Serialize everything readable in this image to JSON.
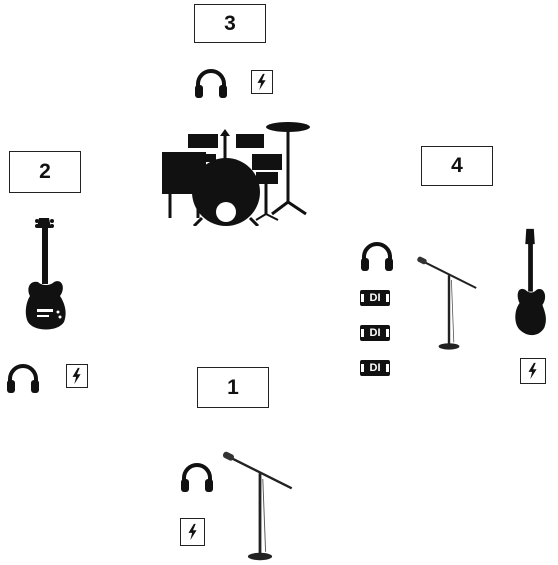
{
  "stations": [
    {
      "label": "1"
    },
    {
      "label": "2"
    },
    {
      "label": "3"
    },
    {
      "label": "4"
    }
  ],
  "di_boxes": [
    "DI",
    "DI",
    "DI"
  ],
  "icons": {
    "headphones": "headphones-icon",
    "power": "power-icon",
    "drum_kit": "drum-kit-icon",
    "bass_guitar": "bass-guitar-icon",
    "electric_guitar": "electric-guitar-icon",
    "mic_stand": "microphone-stand-icon",
    "di_box": "di-box-icon"
  },
  "colors": {
    "ink": "#111111",
    "background": "#ffffff"
  }
}
